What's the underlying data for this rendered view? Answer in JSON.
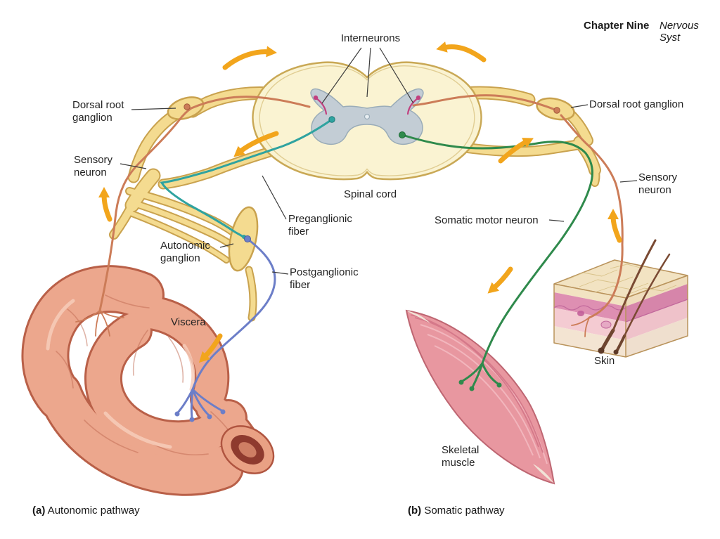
{
  "header": {
    "chapter": "Chapter Nine",
    "section": "Nervous Syst"
  },
  "labels": {
    "interneurons": "Interneurons",
    "dorsal_root_ganglion_left": "Dorsal root\nganglion",
    "sensory_neuron_left": "Sensory\nneuron",
    "dorsal_root_ganglion_right": "Dorsal root ganglion",
    "sensory_neuron_right": "Sensory\nneuron",
    "spinal_cord": "Spinal cord",
    "preganglionic_fiber": "Preganglionic\nfiber",
    "autonomic_ganglion": "Autonomic\nganglion",
    "postganglionic_fiber": "Postganglionic\nfiber",
    "viscera": "Viscera",
    "somatic_motor_neuron": "Somatic motor neuron",
    "skin": "Skin",
    "skeletal_muscle": "Skeletal\nmuscle"
  },
  "captions": {
    "a_prefix": "(a)",
    "a_text": " Autonomic pathway",
    "b_prefix": "(b)",
    "b_text": " Somatic pathway"
  },
  "colors": {
    "arrow": "#F2A51C",
    "nerve": "#F4DB90",
    "nerve_outline": "#C9A24E",
    "spinal_cord_fill": "#FAF3D2",
    "spinal_cord_outline": "#C9A855",
    "spinal_cord_inner_line": "#E0CD92",
    "gray_matter": "#C3CDD5",
    "gray_matter_outline": "#9AACB8",
    "sensory_fiber": "#CC7C58",
    "preganglionic_fiber": "#2FA3A0",
    "postganglionic_fiber": "#6C7EC8",
    "motor_fiber": "#2F8A4C",
    "interneuron": "#C2407F",
    "viscera_fill": "#ECA78D",
    "viscera_outline": "#B96048",
    "muscle_fill": "#E897A0",
    "muscle_outline": "#BE6672",
    "skin_epidermis": "#F2E3C2",
    "skin_dermis": "#DE8FB2",
    "pointer_line": "#3c3c3c"
  }
}
